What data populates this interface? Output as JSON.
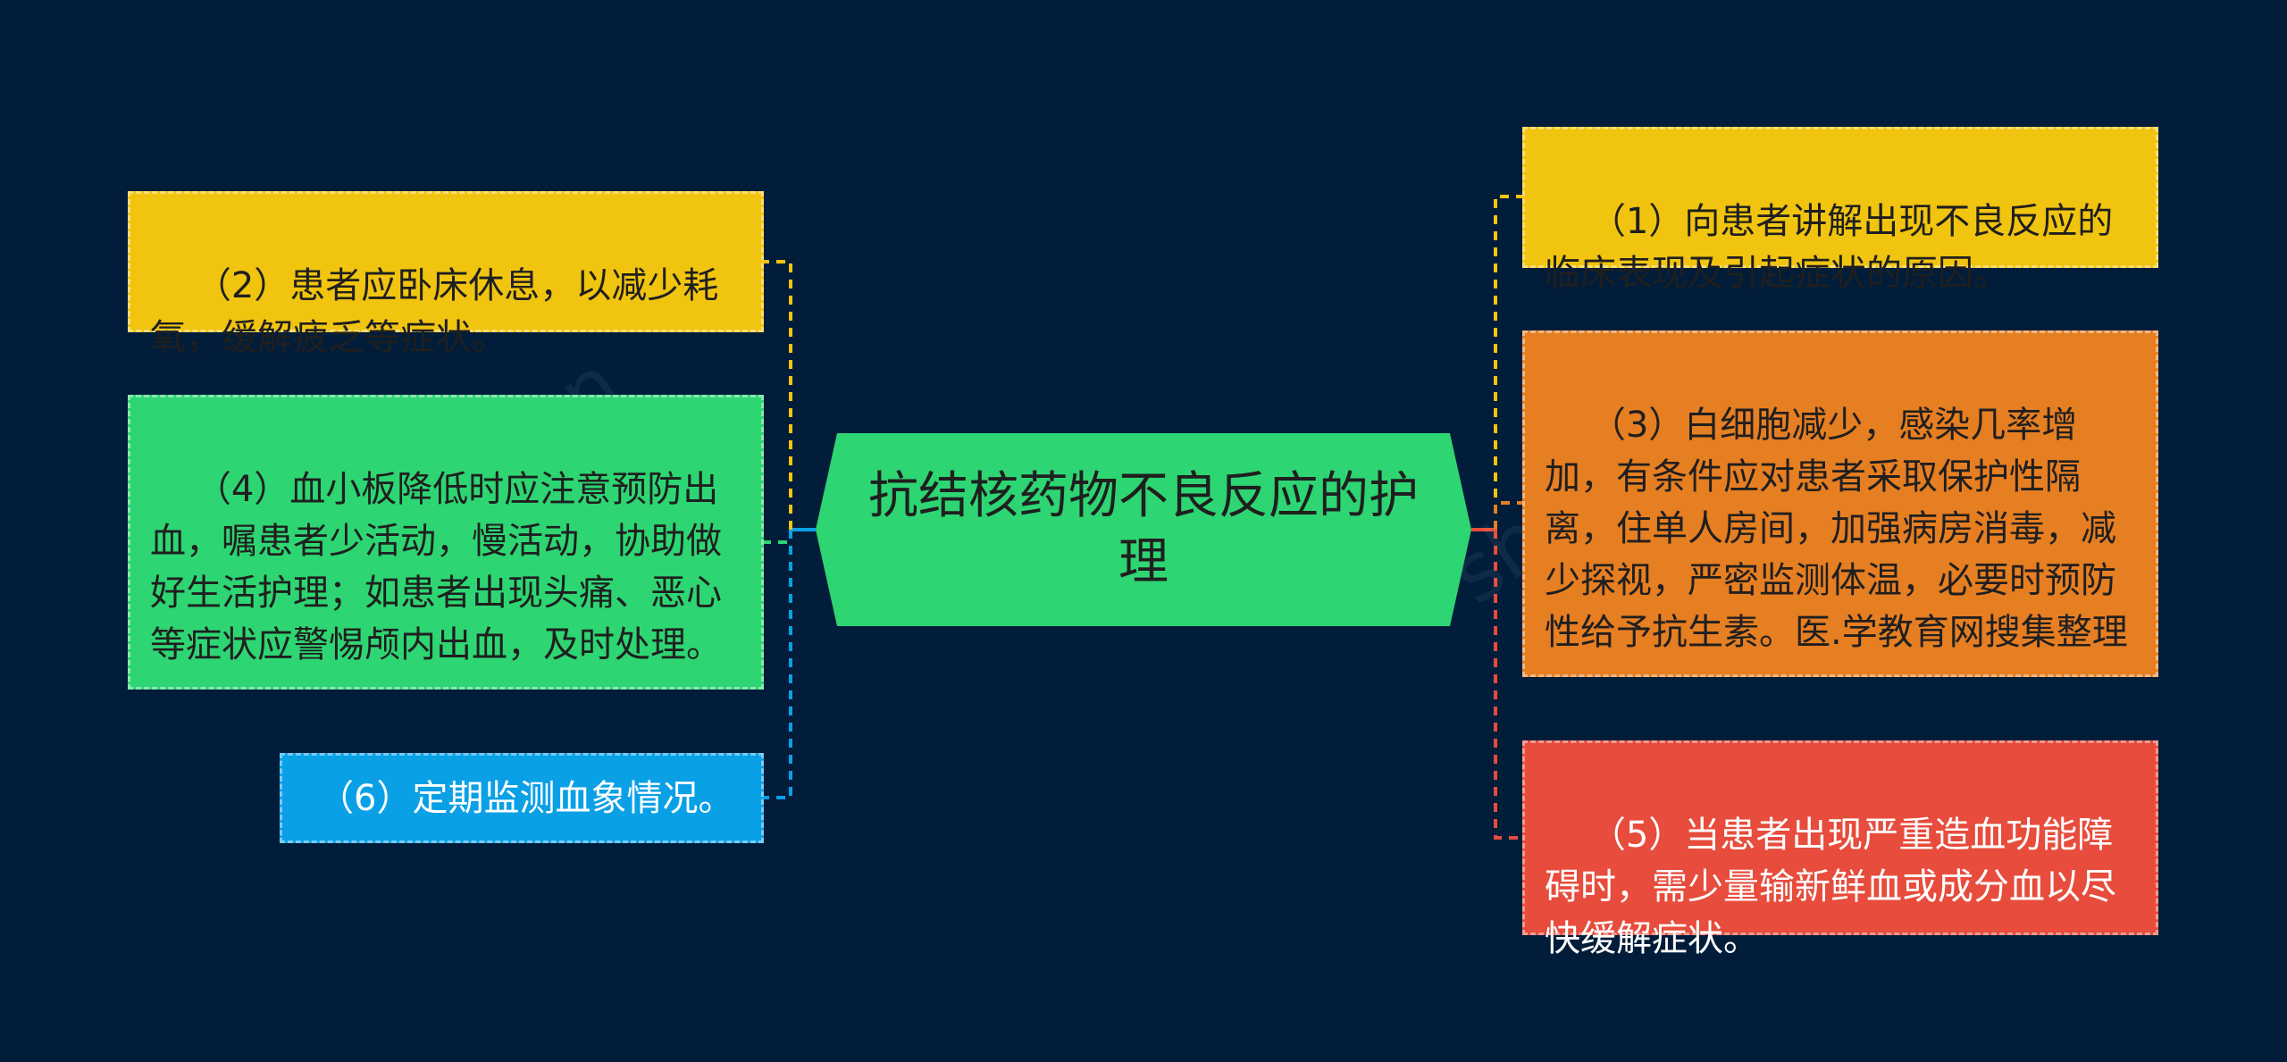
{
  "center": {
    "title": "抗结核药物不良反应的护理",
    "color": "#2ed573"
  },
  "left_nodes": [
    {
      "text": "（2）患者应卧床休息，以减少耗氧，缓解疲乏等症状。",
      "color": "#f1c40f",
      "line_color": "#f1c40f"
    },
    {
      "text": "（4）血小板降低时应注意预防出血，嘱患者少活动，慢活动，协助做好生活护理；如患者出现头痛、恶心等症状应警惕颅内出血，及时处理。",
      "color": "#2ed573",
      "line_color": "#2ed573"
    },
    {
      "text": "（6）定期监测血象情况。",
      "color": "#0aa0e6",
      "line_color": "#0aa0e6"
    }
  ],
  "right_nodes": [
    {
      "text": "（1）向患者讲解出现不良反应的临床表现及引起症状的原因。",
      "color": "#f1c40f",
      "line_color": "#f1c40f"
    },
    {
      "text": "（3）白细胞减少，感染几率增加，有条件应对患者采取保护性隔离，住单人房间，加强病房消毒，减少探视，严密监测体温，必要时预防性给予抗生素。医.学教育网搜集整理",
      "color": "#e67e22",
      "line_color": "#e67e22"
    },
    {
      "text": "（5）当患者出现严重造血功能障碍时，需少量输新鲜血或成分血以尽快缓解症状。",
      "color": "#e74c3c",
      "line_color": "#e74c3c"
    }
  ]
}
